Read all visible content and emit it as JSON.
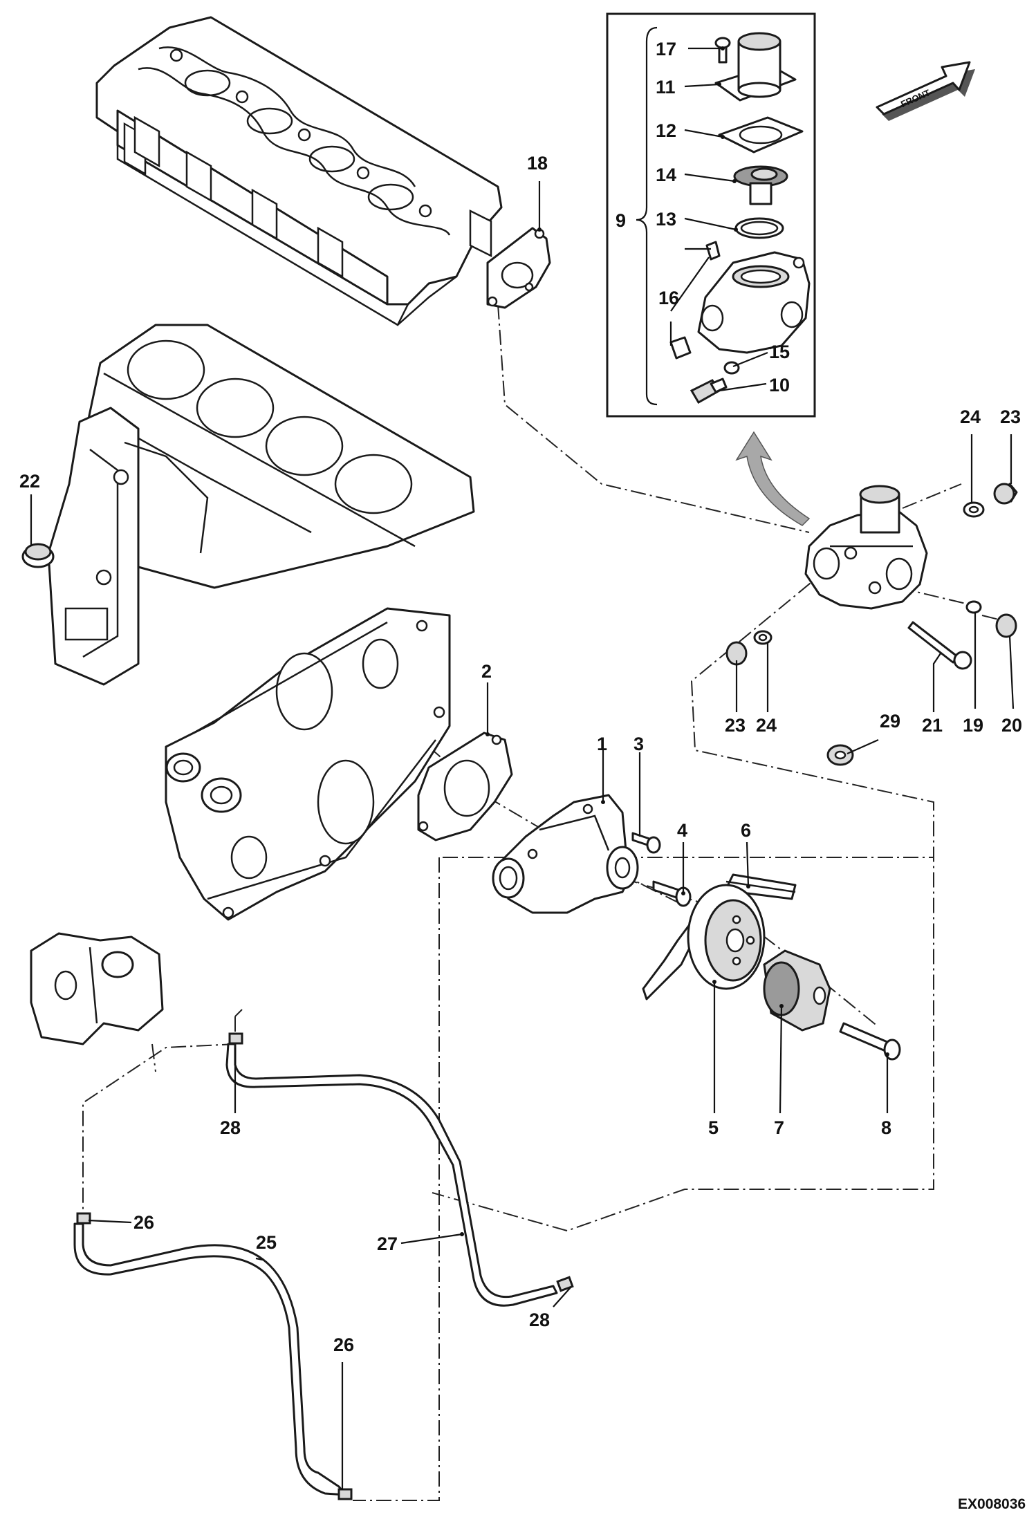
{
  "callouts": {
    "c1": "1",
    "c2": "2",
    "c3": "3",
    "c4": "4",
    "c5": "5",
    "c6": "6",
    "c7": "7",
    "c8": "8",
    "c9": "9",
    "c10": "10",
    "c11": "11",
    "c12": "12",
    "c13": "13",
    "c14": "14",
    "c15": "15",
    "c16": "16",
    "c17": "17",
    "c18": "18",
    "c19": "19",
    "c20": "20",
    "c21": "21",
    "c22": "22",
    "c23a": "23",
    "c23b": "23",
    "c24a": "24",
    "c24b": "24",
    "c25": "25",
    "c26a": "26",
    "c26b": "26",
    "c27": "27",
    "c28a": "28",
    "c28b": "28",
    "c29": "29"
  },
  "front_arrow_label": "FRONT",
  "reference_code": "EX008036",
  "colors": {
    "line": "#1a1a1a",
    "metal_fill": "#d9d9d9",
    "dark_fill": "#9a9a9a",
    "pointer_arrow": "#a8a8a8"
  }
}
